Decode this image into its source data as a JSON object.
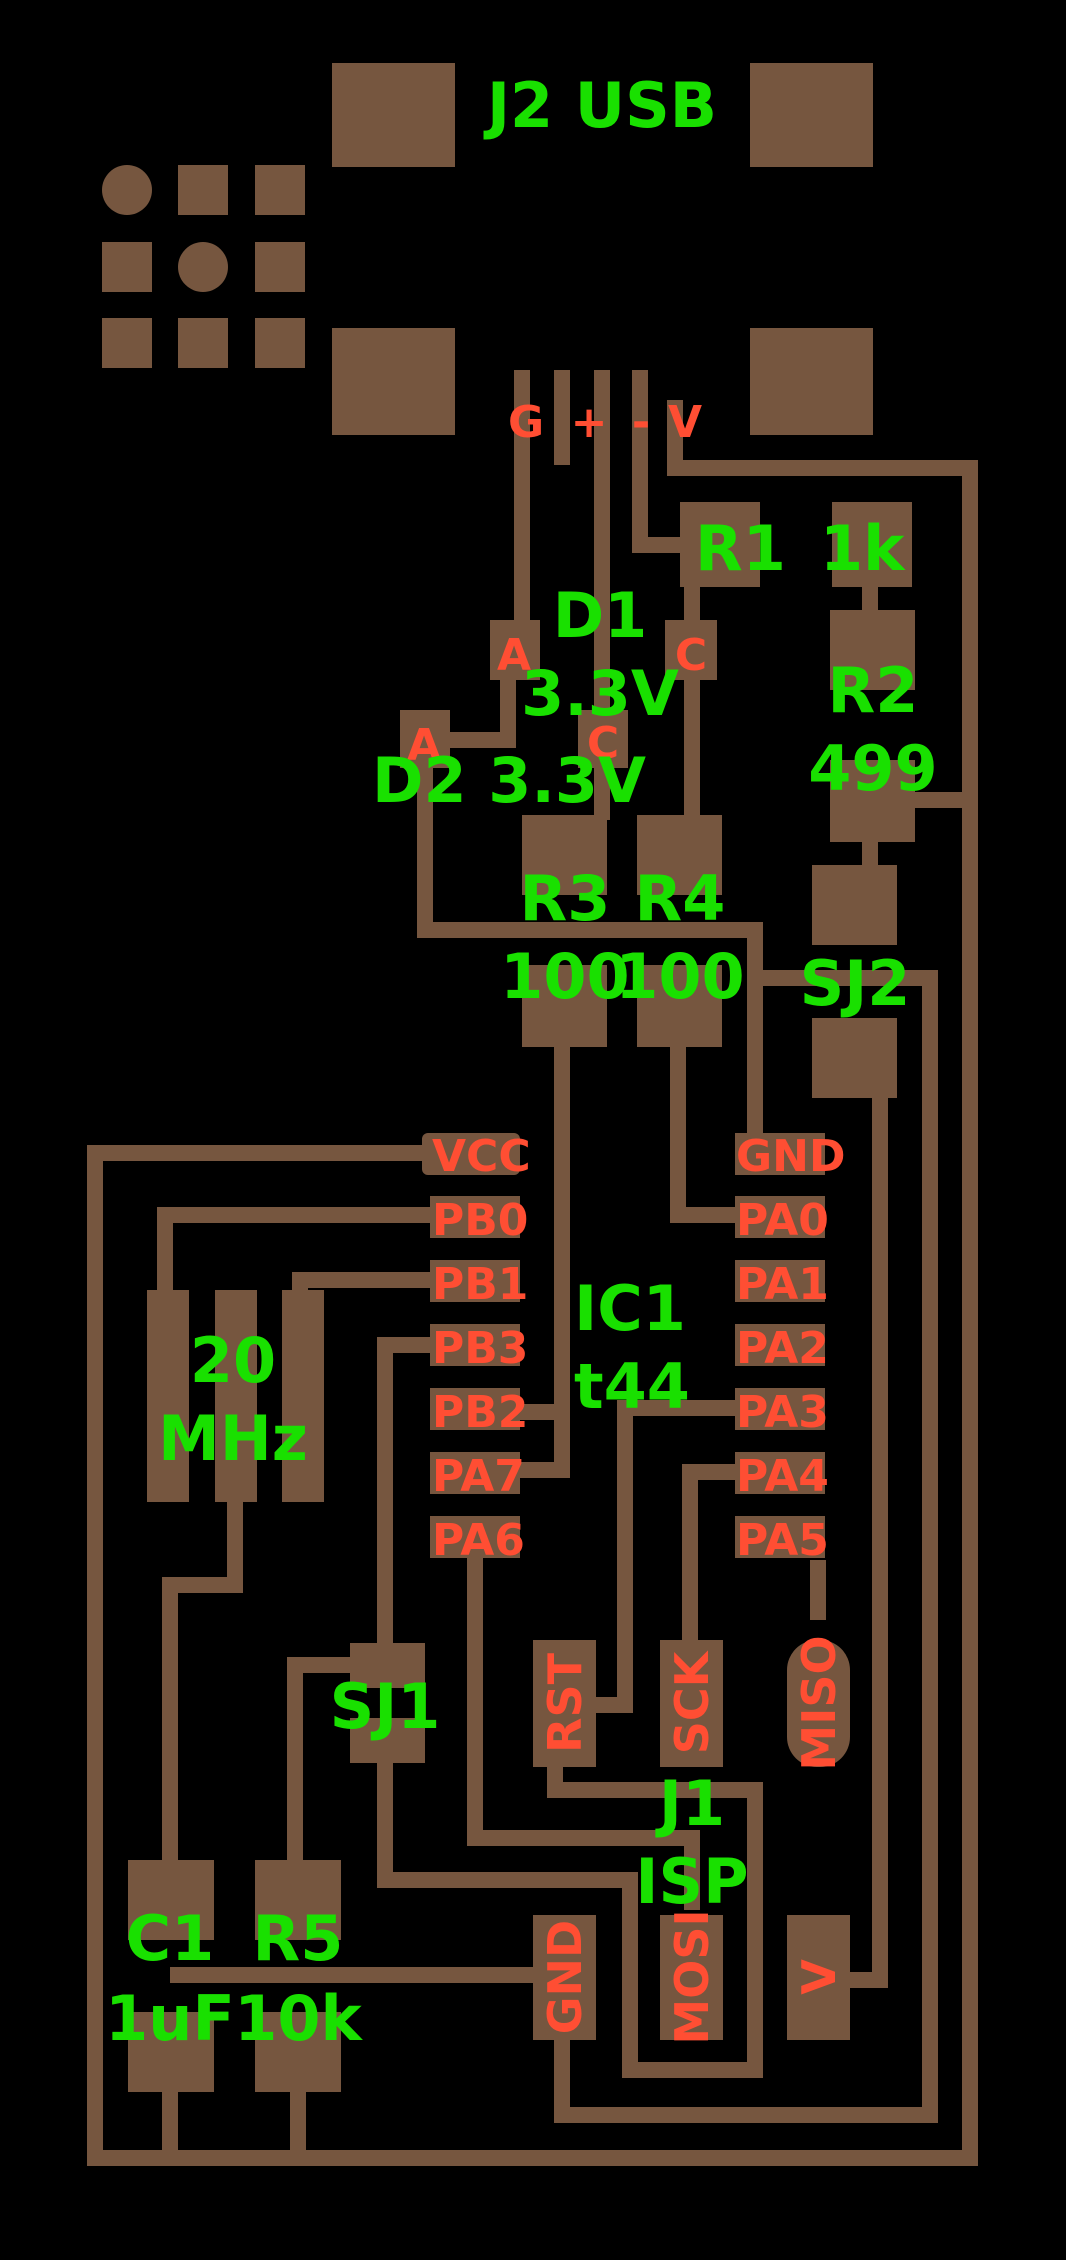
{
  "colors": {
    "background": "#000000",
    "copper": "#76563f",
    "component_label": "#19e000",
    "pin_label": "#ff4e33"
  },
  "board": {
    "usb": "J2 USB",
    "usb_pins": {
      "g": "G",
      "plus": "+",
      "minus": "-",
      "v": "V"
    },
    "r1": "R1",
    "r1_val": "1k",
    "r2": "R2",
    "r2_val": "499",
    "d1": "D1",
    "d1_val": "3.3V",
    "d2_full": "D2 3.3V",
    "diode_anode": "A",
    "diode_cathode": "C",
    "r3": "R3",
    "r3_val": "100",
    "r4": "R4",
    "r4_val": "100",
    "sj2": "SJ2",
    "sj1": "SJ1",
    "ic1": "IC1",
    "ic1_val": "t44",
    "xtal_freq": "20",
    "xtal_unit": "MHz",
    "ic_left_pins": [
      "VCC",
      "PB0",
      "PB1",
      "PB3",
      "PB2",
      "PA7",
      "PA6"
    ],
    "ic_right_pins": [
      "GND",
      "PA0",
      "PA1",
      "PA2",
      "PA3",
      "PA4",
      "PA5"
    ],
    "j1": "J1",
    "j1_val": "ISP",
    "isp_pins": {
      "rst": "RST",
      "sck": "SCK",
      "miso": "MISO",
      "gnd": "GND",
      "mosi": "MOSI",
      "v": "V"
    },
    "c1": "C1",
    "c1_val": "1uF",
    "r5": "R5",
    "r5_val": "10k"
  }
}
